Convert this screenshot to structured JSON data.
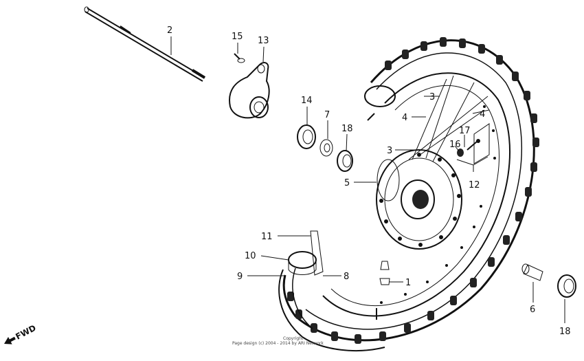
{
  "labels": {
    "n1": "1",
    "n2": "2",
    "n3a": "3",
    "n3b": "3",
    "n4a": "4",
    "n4b": "4",
    "n5": "5",
    "n6": "6",
    "n7": "7",
    "n8": "8",
    "n9": "9",
    "n10": "10",
    "n11": "11",
    "n12": "12",
    "n13": "13",
    "n14": "14",
    "n15": "15",
    "n16": "16",
    "n17": "17",
    "n18a": "18",
    "n18b": "18"
  },
  "fwd_label": "FWD",
  "copyright": {
    "line1": "Copyright",
    "line2": "Page design (c) 2004 - 2014 by ARI Network"
  }
}
